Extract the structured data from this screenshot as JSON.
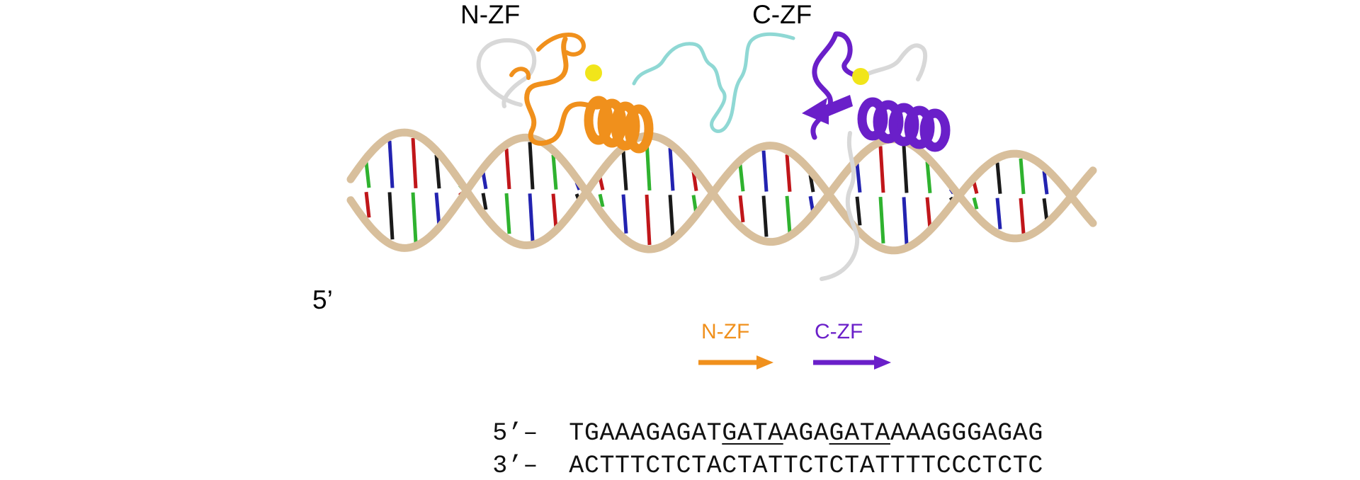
{
  "labels": {
    "n_zf_top": "N-ZF",
    "c_zf_top": "C-ZF",
    "dna_5prime": "5’",
    "n_zf_arrow": "N-ZF",
    "c_zf_arrow": "C-ZF"
  },
  "sequence": {
    "top_prefix": "5’–",
    "top_strand": [
      "TGAAAGAGAT",
      "GATA",
      "AGA",
      "GATA",
      "AAAGGGAGAG"
    ],
    "top_underlined": [
      false,
      true,
      false,
      true,
      false
    ],
    "bottom_prefix": "3’–",
    "bottom_strand": "ACTTTCTCTACTATTCTCTATTTTCCCTCTC"
  },
  "colors": {
    "backbone": "#d8bf9c",
    "base_green": "#2fb22f",
    "base_blue": "#2323b0",
    "base_red": "#c0161a",
    "base_black": "#1a1a1a",
    "n_zf": "#f0901c",
    "c_zf": "#6a1fc9",
    "linker": "#8fd8d4",
    "loop_gray": "#d8d8d8",
    "zinc": "#f1e51a"
  }
}
